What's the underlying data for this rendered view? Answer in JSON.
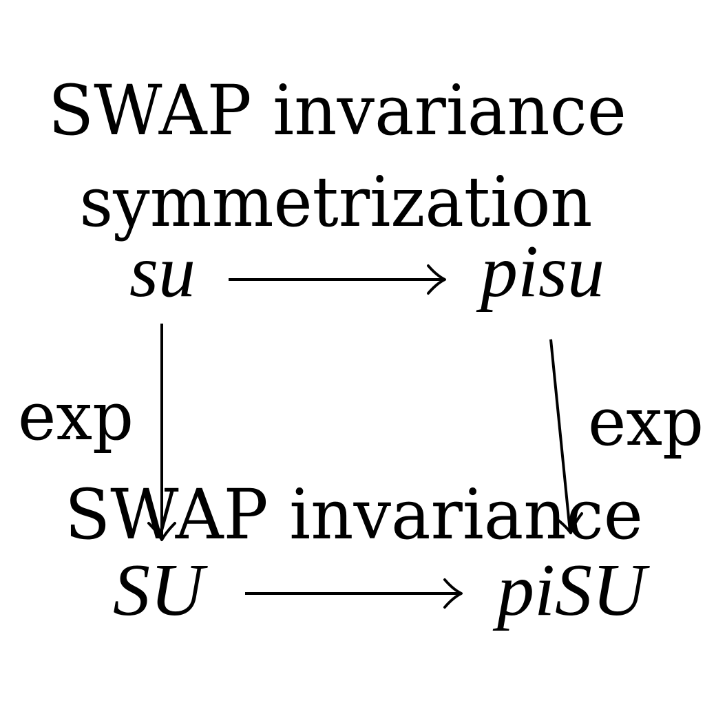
{
  "labels": {
    "top_title_line1": "SWAP invariance",
    "top_title_line2": "symmetrization",
    "top_left_node": "su",
    "top_right_node": "pisu",
    "left_map": "exp",
    "right_map": "exp",
    "bottom_title": "SWAP invariance",
    "bottom_left_node": "SU",
    "bottom_right_node": "piSU"
  },
  "colors": {
    "ink": "#000000",
    "background": "#ffffff"
  }
}
